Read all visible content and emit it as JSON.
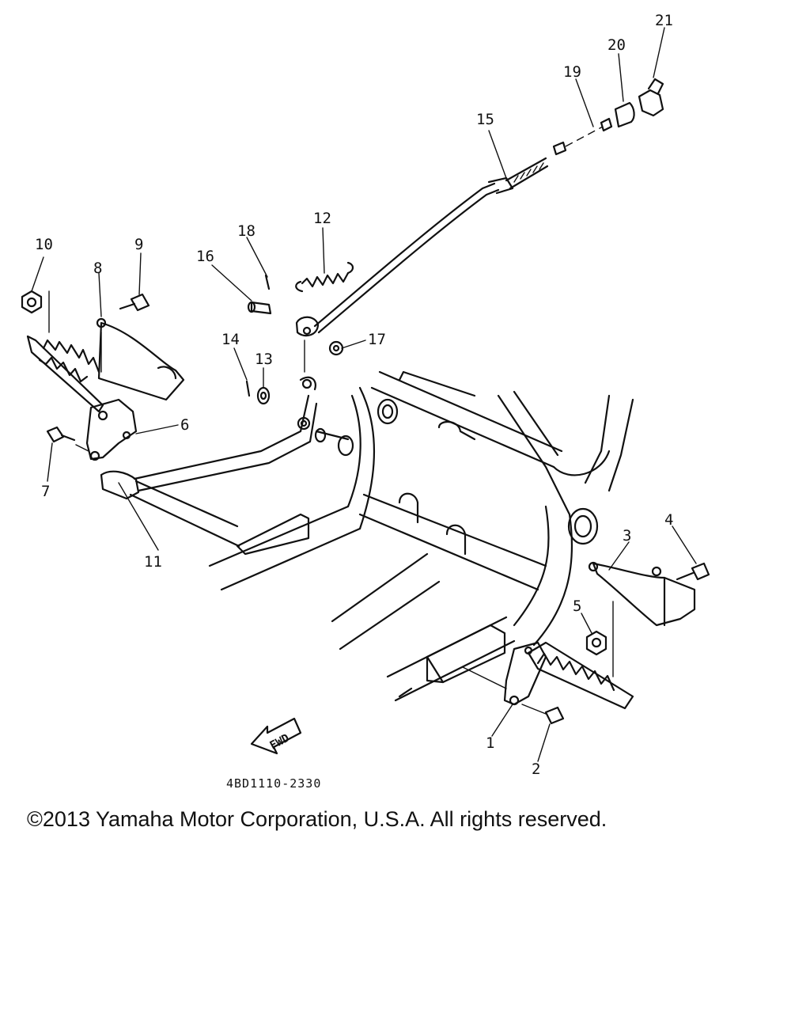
{
  "diagram": {
    "drawing_code": "4BD1110-2330",
    "fwd_label": "FWD",
    "callouts": [
      "1",
      "2",
      "3",
      "4",
      "5",
      "6",
      "7",
      "8",
      "9",
      "10",
      "11",
      "12",
      "13",
      "14",
      "15",
      "16",
      "17",
      "18",
      "19",
      "20",
      "21"
    ]
  },
  "footer": {
    "copyright": "©2013 Yamaha Motor Corporation, U.S.A. All rights reserved."
  }
}
